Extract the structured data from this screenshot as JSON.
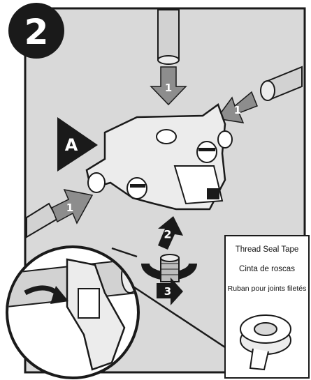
{
  "step_number": "2",
  "part_label": "A",
  "arrow_labels": {
    "inlet_top": "1",
    "inlet_right": "1",
    "inlet_left": "1",
    "tighten": "2",
    "rotate": "3"
  },
  "tape_callout": {
    "en": "Thread Seal Tape",
    "es": "Cinta de roscas",
    "fr": "Ruban pour joints filetés"
  }
}
